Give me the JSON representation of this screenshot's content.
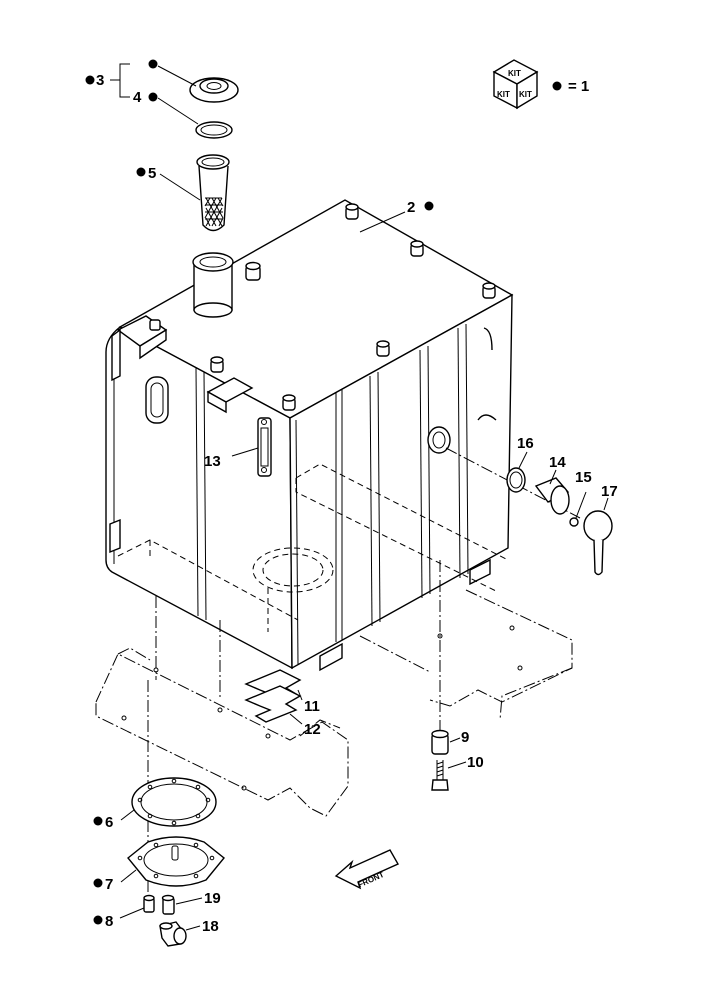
{
  "callouts": {
    "c1": "= 1",
    "c2": "2",
    "c3": "3",
    "c4": "4",
    "c5": "5",
    "c6": "6",
    "c7": "7",
    "c8": "8",
    "c9": "9",
    "c10": "10",
    "c11": "11",
    "c12": "12",
    "c13": "13",
    "c14": "14",
    "c15": "15",
    "c16": "16",
    "c17": "17",
    "c18": "18",
    "c19": "19"
  },
  "kit_box": {
    "top": "KIT",
    "left": "KIT",
    "right": "KIT"
  },
  "front_arrow": {
    "label": "FRONT"
  }
}
